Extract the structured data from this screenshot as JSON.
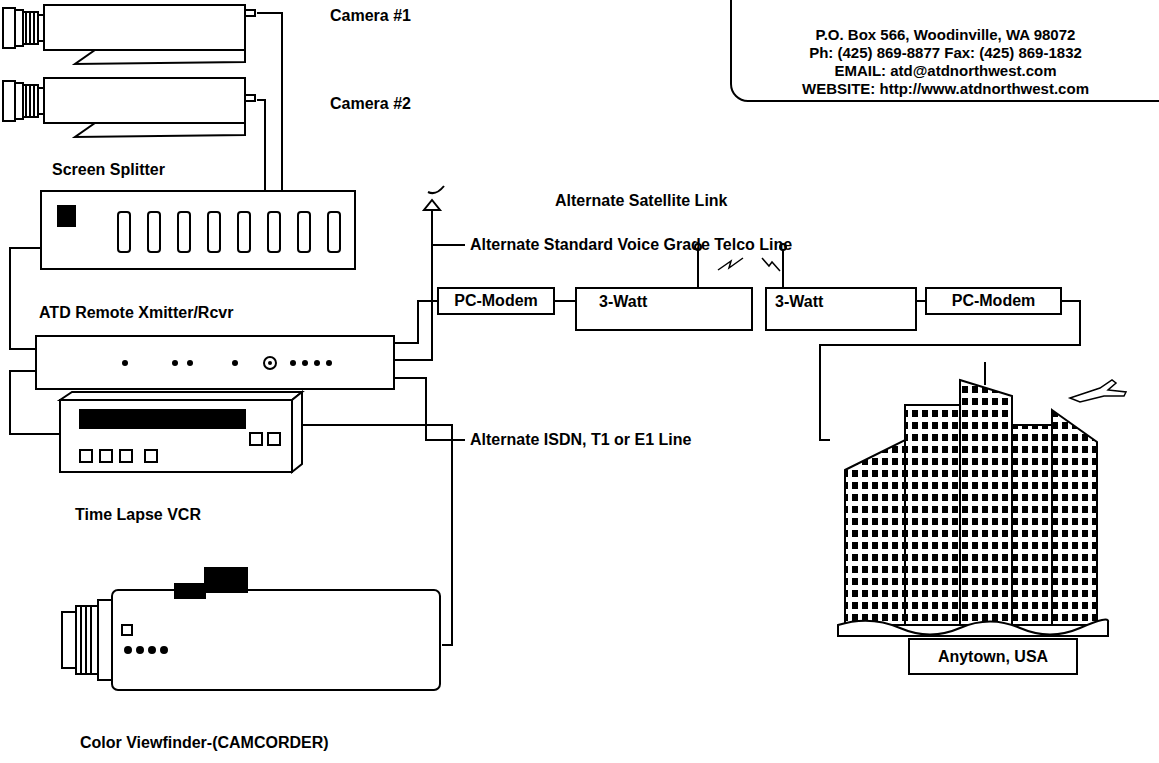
{
  "diagram": {
    "nodes": [
      {
        "text": [
          "P.O. Box 566,  Woodinville,  WA  98072",
          "Ph: (425) 869-8877   Fax: (425) 869-1832",
          "EMAIL: atd@atdnorthwest.com",
          "WEBSITE: http://www.atdnorthwest.com"
        ]
      },
      {
        "text": [
          "Camera #1"
        ]
      },
      {
        "text": [
          "Camera #2"
        ]
      },
      {
        "text": [
          "Screen Splitter"
        ]
      },
      {
        "text": [
          "ATD Remote Xmitter/Rcvr"
        ]
      },
      {
        "text": [
          "PC-Modem"
        ]
      },
      {
        "text": [
          "3-Watt"
        ]
      },
      {
        "text": [
          "3-Watt"
        ]
      },
      {
        "text": [
          "PC-Modem"
        ]
      },
      {
        "text": [
          "Anytown, USA"
        ]
      },
      {
        "text": [
          "Time Lapse VCR"
        ]
      },
      {
        "text": [
          "Color Viewfinder-(CAMCORDER)"
        ]
      }
    ],
    "edges": [
      {
        "from": 1,
        "to": 3,
        "arrow": "none"
      },
      {
        "from": 2,
        "to": 3,
        "arrow": "none"
      },
      {
        "from": 3,
        "to": 4,
        "arrow": "none"
      },
      {
        "from": 4,
        "to": 5,
        "arrow": "none"
      },
      {
        "from": 5,
        "to": 6,
        "arrow": "none"
      },
      {
        "from": 7,
        "to": 8,
        "arrow": "none"
      },
      {
        "from": 8,
        "to": 9,
        "arrow": "none"
      },
      {
        "from": 4,
        "to": 10,
        "arrow": "none"
      },
      {
        "from": 10,
        "to": 11,
        "arrow": "none"
      }
    ],
    "labels": [
      "Alternate Satellite Link",
      "Alternate Standard Voice Grade Telco Line",
      "Alternate ISDN, T1 or E1 Line"
    ]
  }
}
